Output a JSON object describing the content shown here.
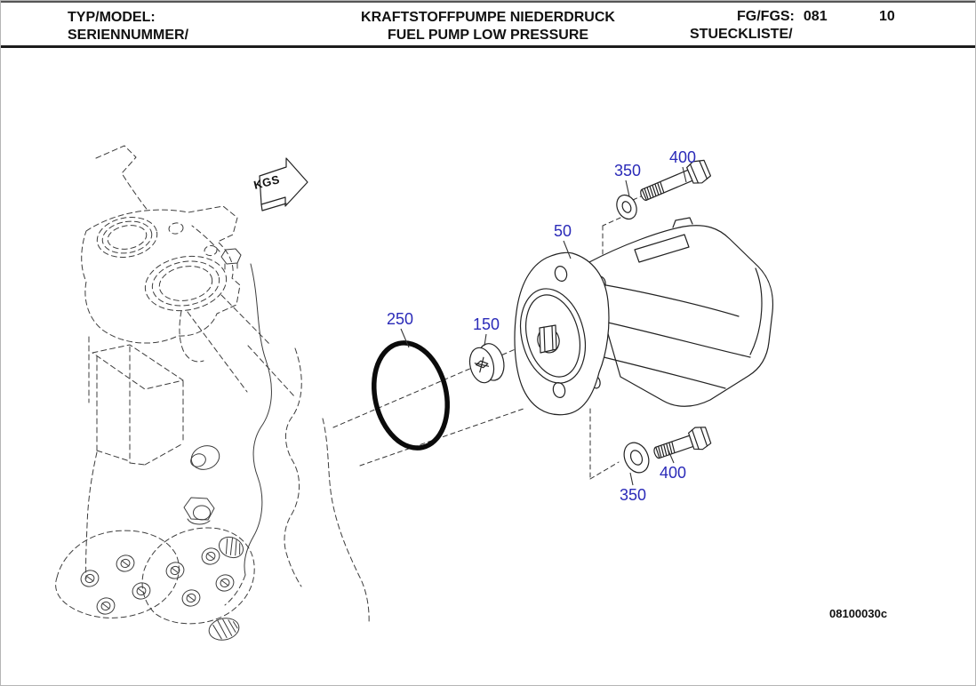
{
  "header": {
    "model_label": "TYP/MODEL:",
    "serial_label": "SERIENNUMMER/",
    "title_de": "KRAFTSTOFFPUMPE NIEDERDRUCK",
    "title_en": "FUEL PUMP LOW PRESSURE",
    "fg_label": "FG/FGS:",
    "fg_value": "081",
    "page_number": "10",
    "parts_list_label": "STUECKLISTE/"
  },
  "diagram": {
    "flag_label": "KGS",
    "drawing_number": "08100030c",
    "callouts": [
      {
        "ref": "350",
        "part": "washer-upper"
      },
      {
        "ref": "400",
        "part": "bolt-upper"
      },
      {
        "ref": "50",
        "part": "fuel-pump"
      },
      {
        "ref": "250",
        "part": "o-ring"
      },
      {
        "ref": "150",
        "part": "coupling-plug"
      },
      {
        "ref": "400",
        "part": "bolt-lower"
      },
      {
        "ref": "350",
        "part": "washer-lower"
      }
    ],
    "colors": {
      "callout": "#2a2ab8",
      "line": "#333333"
    }
  }
}
